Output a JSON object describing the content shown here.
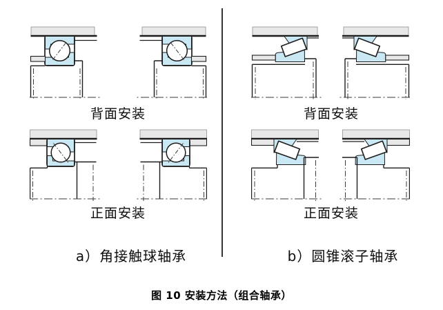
{
  "figure": {
    "main_caption": "图 10  安装方法（组合轴承）",
    "colors": {
      "ring_fill": "#c9e8f4",
      "metal_fill": "#e8e8e8",
      "line": "#1c1c1c",
      "background": "#ffffff"
    },
    "sections": [
      {
        "caption": "a）角接触球轴承",
        "groups": [
          {
            "label": "背面安装"
          },
          {
            "label": "正面安装"
          }
        ]
      },
      {
        "caption": "b）圆锥滚子轴承",
        "groups": [
          {
            "label": "背面安装"
          },
          {
            "label": "正面安装"
          }
        ]
      }
    ]
  }
}
